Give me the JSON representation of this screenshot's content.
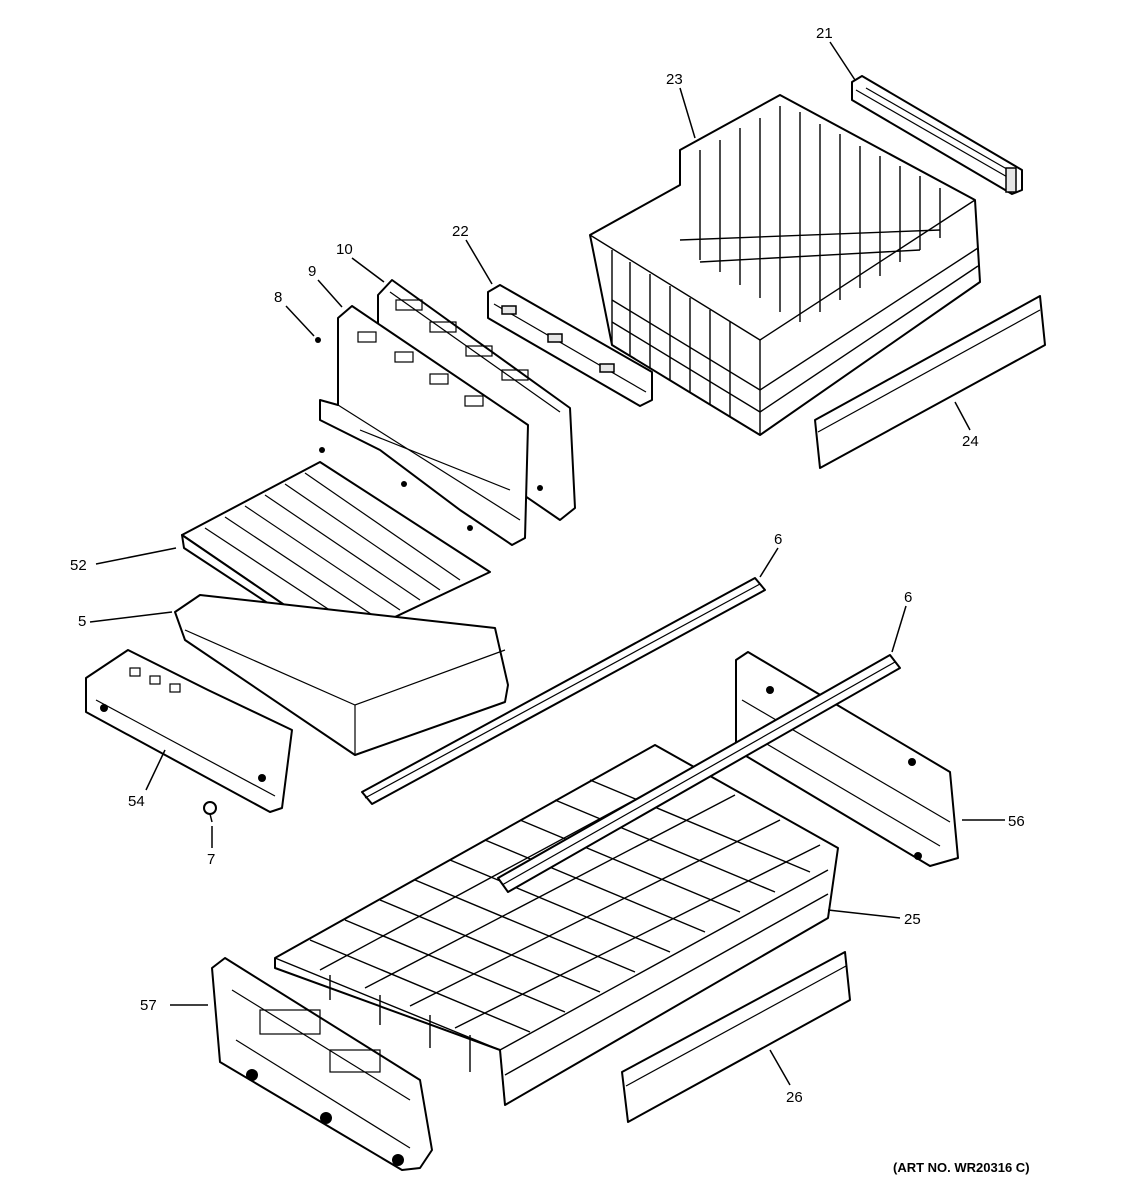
{
  "diagram": {
    "art_number": "(ART NO. WR20316 C)",
    "callouts": {
      "p21": "21",
      "p23": "23",
      "p22": "22",
      "p10": "10",
      "p9": "9",
      "p8": "8",
      "p24": "24",
      "p6a": "6",
      "p6b": "6",
      "p52": "52",
      "p5": "5",
      "p54": "54",
      "p7": "7",
      "p56": "56",
      "p25": "25",
      "p57": "57",
      "p26": "26"
    }
  }
}
